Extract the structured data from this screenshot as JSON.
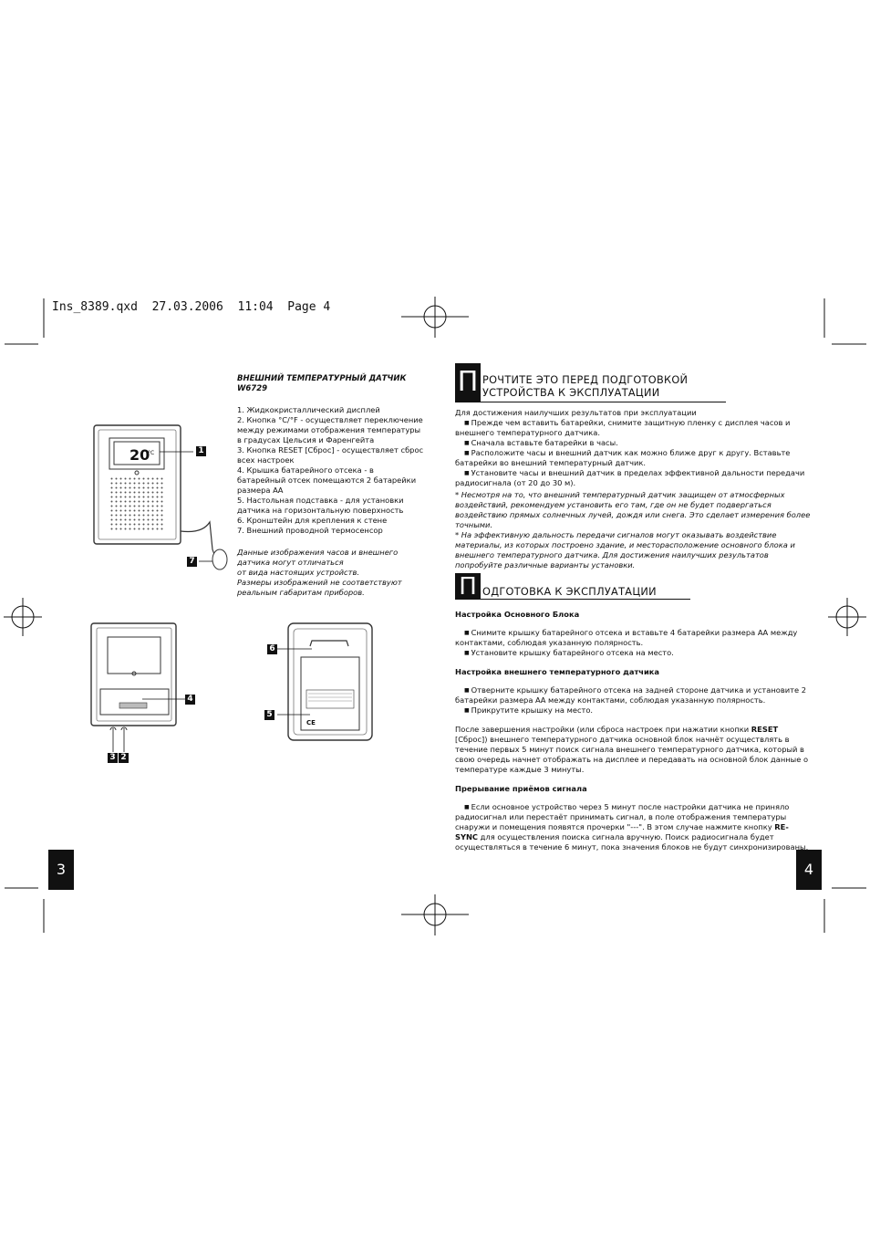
{
  "slug": "Ins_8389.qxd  27.03.2006  11:04  Page 4",
  "left": {
    "caption_line1": "ВНЕШНИЙ ТЕМПЕРАТУРНЫЙ ДАТЧИК",
    "caption_line2": "W6729",
    "list": [
      "1. Жидкокристаллический дисплей",
      "2. Кнопка °C/°F - осуществляет переключение между режимами отображения температуры в градусах Цельсия и Фаренгейта",
      "3. Кнопка RESET [Сброс] - осуществляет сброс всех настроек",
      "4. Крышка батарейного отсека - в батарейный отсек помещаются 2 батарейки размера АА",
      "5. Настольная подставка - для установки датчика на горизонтальную поверхность",
      "6. Кронштейн для крепления к стене",
      "7. Внешний проводной термосенсор"
    ],
    "note": [
      "Данные изображения часов и внешнего",
      "датчика могут отличаться",
      "от вида настоящих устройств.",
      "Размеры изображений не соответствуют",
      "реальным габаритам приборов."
    ],
    "lcd_value": "20",
    "callouts": {
      "c1": "1",
      "c2": "2",
      "c3": "3",
      "c4": "4",
      "c5": "5",
      "c6": "6",
      "c7": "7"
    },
    "page_number": "3"
  },
  "right": {
    "h1_cap": "П",
    "h1_line1": "рочтите это перед подготовкой",
    "h1_line2": "устройства к эксплуатации",
    "intro": [
      "Для достижения наилучших результатов при эксплуатации",
      "Прежде чем вставить батарейки, снимите защитную пленку с дисплея часов и внешнего температурного датчика.",
      "Сначала вставьте батарейки в часы.",
      "Расположите часы и внешний датчик как можно ближе друг к другу. Вставьте батарейки во внешний температурный датчик.",
      "Установите часы и внешний датчик в пределах эффективной дальности передачи радиосигнала (от 20 до 30 м)."
    ],
    "notes": [
      "* Несмотря на то, что внешний температурный датчик защищен от атмосферных воздействий, рекомендуем установить его там, где он не будет подвергаться воздействию прямых солнечных лучей, дождя или снега. Это сделает измерения более точными.",
      "* На эффективную дальность передачи сигналов могут оказывать воздействие материалы, из которых построено здание, и месторасположение основного блока и внешнего температурного датчика. Для достижения наилучших результатов попробуйте различные варианты установки."
    ],
    "h2_cap": "П",
    "h2_text": "одготовка к эксплуатации",
    "sub1": "Настройка Основного Блока",
    "sub1_items": [
      "Снимите крышку батарейного отсека и вставьте 4 батарейки размера АА между контактами, соблюдая указанную полярность.",
      "Установите крышку батарейного отсека на место."
    ],
    "sub2": "Настройка внешнего температурного датчика",
    "sub2_items": [
      "Отверните крышку батарейного отсека на задней стороне датчика и установите 2 батарейки размера АА между контактами, соблюдая указанную полярность.",
      "Прикрутите крышку на место."
    ],
    "para_a": "После завершения настройки (или сброса настроек при нажатии кнопки",
    "para_reset": "RESET",
    "para_b": "[Сброс]) внешнего температурного датчика основной блок начнёт осуществлять в течение первых 5 минут поиск сигнала внешнего температурного датчика, который в свою очередь начнет отображать на дисплее и передавать на основной блок данные о температуре каждые 3 минуты.",
    "sub3": "Прерывание приёмов сигнала",
    "sub3_a": "Если основное устройство через 5 минут после настройки датчика не приняло радиосигнал или перестаёт принимать сигнал, в поле отображения температуры снаружи и помещения появятся прочерки \"---\". В этом случае нажмите кнопку",
    "sub3_resync": "RE-SYNC",
    "sub3_b": "для осуществления поиска сигнала вручную. Поиск радиосигнала будет осуществляться в течение 6 минут, пока значения блоков не будут синхронизированы.",
    "page_number": "4"
  }
}
